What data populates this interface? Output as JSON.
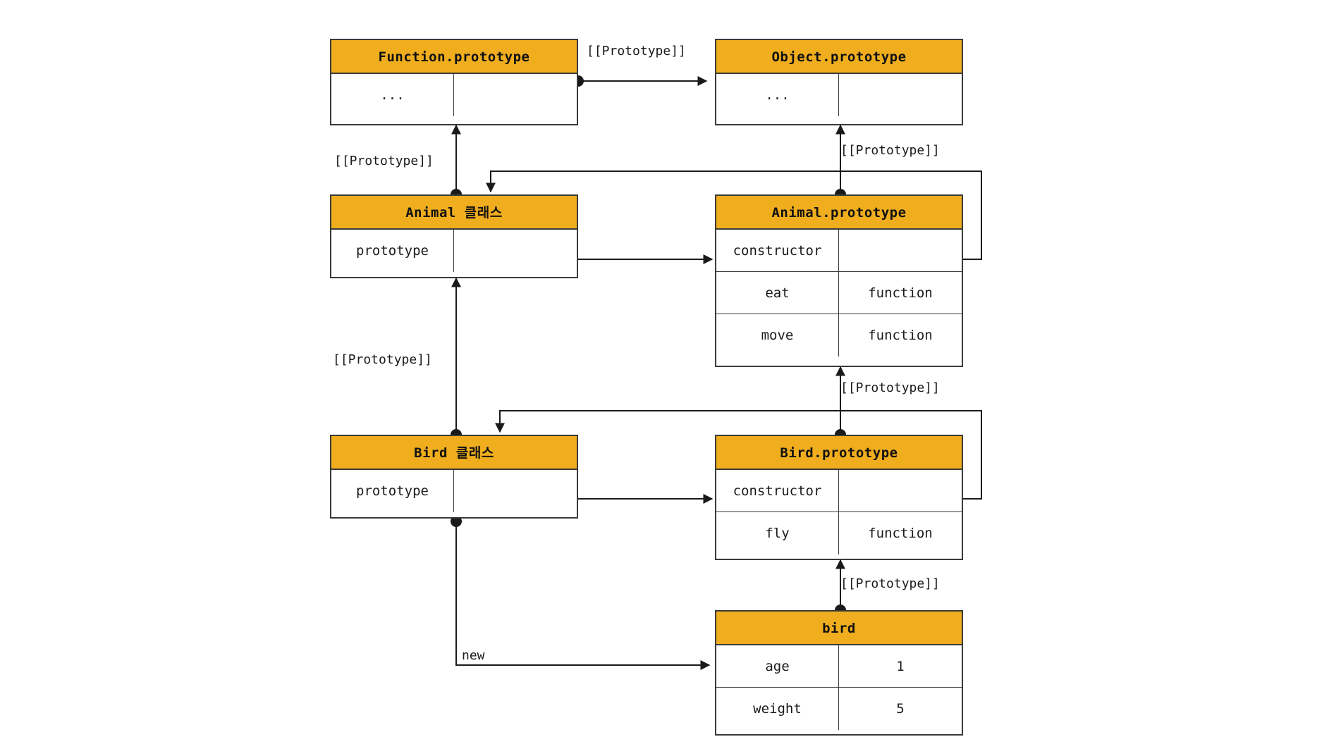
{
  "diagram": {
    "title": "JavaScript prototype chain diagram",
    "accent_color": "#F0AE1E",
    "line_color": "#3a3a3a",
    "boxes": {
      "function_prototype": {
        "header": "Function.prototype",
        "rows": [
          {
            "left": "...",
            "right": ""
          }
        ]
      },
      "object_prototype": {
        "header": "Object.prototype",
        "rows": [
          {
            "left": "...",
            "right": ""
          }
        ]
      },
      "animal_class": {
        "header": "Animal 클래스",
        "rows": [
          {
            "left": "prototype",
            "right": ""
          }
        ]
      },
      "animal_prototype": {
        "header": "Animal.prototype",
        "rows": [
          {
            "left": "constructor",
            "right": ""
          },
          {
            "left": "eat",
            "right": "function"
          },
          {
            "left": "move",
            "right": "function"
          }
        ]
      },
      "bird_class": {
        "header": "Bird 클래스",
        "rows": [
          {
            "left": "prototype",
            "right": ""
          }
        ]
      },
      "bird_prototype": {
        "header": "Bird.prototype",
        "rows": [
          {
            "left": "constructor",
            "right": ""
          },
          {
            "left": "fly",
            "right": "function"
          }
        ]
      },
      "bird_instance": {
        "header": "bird",
        "rows": [
          {
            "left": "age",
            "right": "1"
          },
          {
            "left": "weight",
            "right": "5"
          }
        ]
      }
    },
    "labels": {
      "proto_fn_to_obj": "[[Prototype]]",
      "proto_animalclass_to_fnproto": "[[Prototype]]",
      "proto_animalproto_to_objproto": "[[Prototype]]",
      "proto_birdclass_to_animalclass": "[[Prototype]]",
      "proto_birdproto_to_animalproto": "[[Prototype]]",
      "proto_bird_to_birdproto": "[[Prototype]]",
      "new_label": "new"
    }
  }
}
